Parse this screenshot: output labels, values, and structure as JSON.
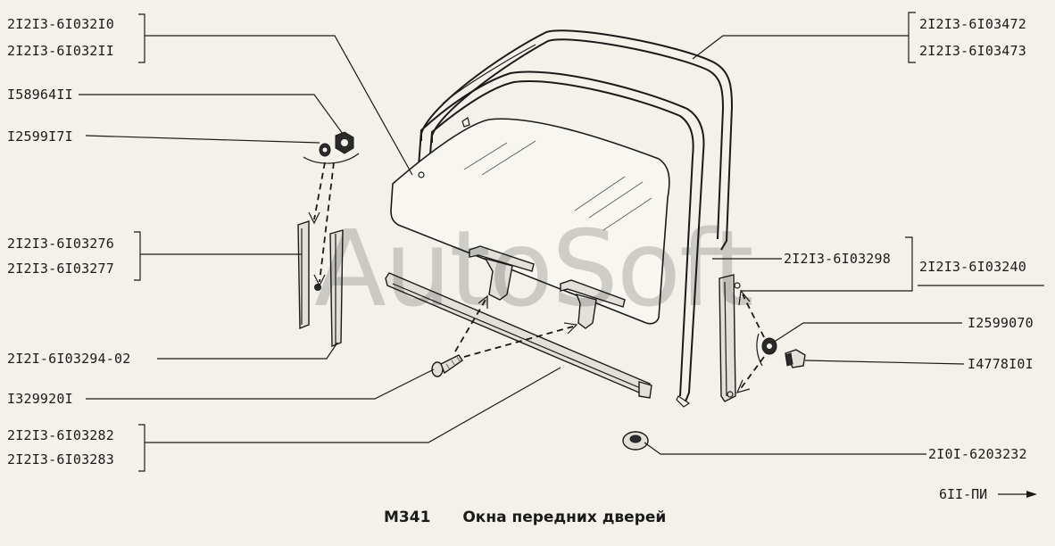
{
  "parts": {
    "p1": "2I2I3-6I032I0",
    "p2": "2I2I3-6I032II",
    "p3": "I58964II",
    "p4": "I2599I7I",
    "p5": "2I2I3-6I03276",
    "p6": "2I2I3-6I03277",
    "p7": "2I2I-6I03294-02",
    "p8": "I329920I",
    "p9": "2I2I3-6I03282",
    "p10": "2I2I3-6I03283",
    "p11": "2I2I3-6I03472",
    "p12": "2I2I3-6I03473",
    "p13": "2I2I3-6I03298",
    "p14": "2I2I3-6I03240",
    "p15": "I2599070",
    "p16": "I4778I0I",
    "p17": "2I0I-6203232"
  },
  "watermark": "AutoSoft",
  "caption": {
    "code": "M341",
    "title": "Окна передних дверей"
  },
  "next_ref": "6II-ПИ",
  "next_ref_arrow": "→"
}
